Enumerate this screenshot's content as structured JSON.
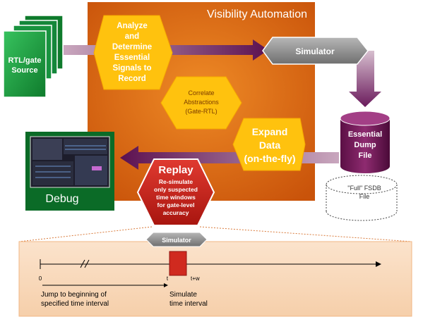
{
  "title": "Visibility Automation",
  "rtl_source": [
    "RTL/gate",
    "Source"
  ],
  "analyze": [
    "Analyze",
    "and",
    "Determine",
    "Essential",
    "Signals to",
    "Record"
  ],
  "simulator_top": "Simulator",
  "correlate": [
    "Correlate",
    "Abstractions",
    "(Gate-RTL)"
  ],
  "essential_dump": [
    "Essential",
    "Dump",
    "File"
  ],
  "full_fsdb": [
    "\"Full\" FSDB",
    "File"
  ],
  "expand": [
    "Expand",
    "Data",
    "(on-the-fly)"
  ],
  "replay_title": "Replay",
  "replay_body": [
    "Re-simulate",
    "only suspected",
    "time windows",
    "for gate-level",
    "accuracy"
  ],
  "debug": "Debug",
  "simulator_bottom": "Simulator",
  "timeline": {
    "zero": "0",
    "t": "t",
    "tw": "t+w",
    "jump": [
      "Jump to beginning of",
      "specified time interval"
    ],
    "simulate": [
      "Simulate",
      "time interval"
    ]
  },
  "colors": {
    "orange": "#d9650f",
    "yellow": "#ffc20e",
    "green": "#1b9a3e",
    "purple": "#6a1a5c",
    "red": "#c8201e",
    "gray": "#8c8c8c"
  }
}
